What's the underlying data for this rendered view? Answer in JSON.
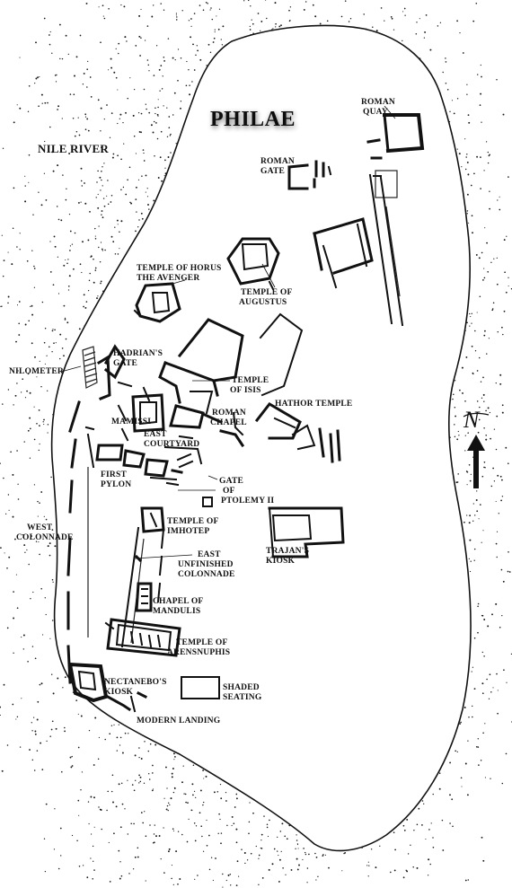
{
  "map": {
    "title": "PHILAE",
    "river": "NILE RIVER",
    "north_marker": "N",
    "icons": {
      "north_arrow": "north-arrow-icon",
      "water": "water-stipple-texture"
    },
    "labels": {
      "roman_quay": [
        "ROMAN",
        "QUAY"
      ],
      "roman_gate": [
        "ROMAN",
        "GATE"
      ],
      "temple_of_augustus": [
        "TEMPLE OF",
        "AUGUSTUS"
      ],
      "temple_of_horus": [
        "TEMPLE OF HORUS",
        "THE AVENGER"
      ],
      "hadrians_gate": [
        "HADRIAN'S",
        "GATE"
      ],
      "nilometer": "NILOMETER",
      "temple_of_isis": [
        "TEMPLE",
        "OF ISIS"
      ],
      "hathor_temple": "HATHOR TEMPLE",
      "roman_chapel": [
        "ROMAN",
        "CHAPEL"
      ],
      "mamissi": "MAMISSI",
      "east_courtyard": [
        "EAST",
        "COURTYARD"
      ],
      "first_pylon": [
        "FIRST",
        "PYLON"
      ],
      "gate_of_ptolemy": [
        "GATE",
        "OF",
        "PTOLEMY II"
      ],
      "west_colonnade": [
        "WEST",
        "COLONNADE"
      ],
      "temple_of_imhotep": [
        "TEMPLE OF",
        "IMHOTEP"
      ],
      "east_unfinished_colonnade": [
        "EAST",
        "UNFINISHED",
        "COLONNADE"
      ],
      "trajans_kiosk": [
        "TRAJAN'S",
        "KIOSK"
      ],
      "chapel_of_mandulis": [
        "CHAPEL OF",
        "MANDULIS"
      ],
      "temple_of_arensnuphis": [
        "TEMPLE OF",
        "ARENSNUPHIS"
      ],
      "nectanebos_kiosk": [
        "NECTANEBO'S",
        "KIOSK"
      ],
      "shaded_seating": [
        "SHADED",
        "SEATING"
      ],
      "modern_landing": "MODERN LANDING"
    }
  }
}
